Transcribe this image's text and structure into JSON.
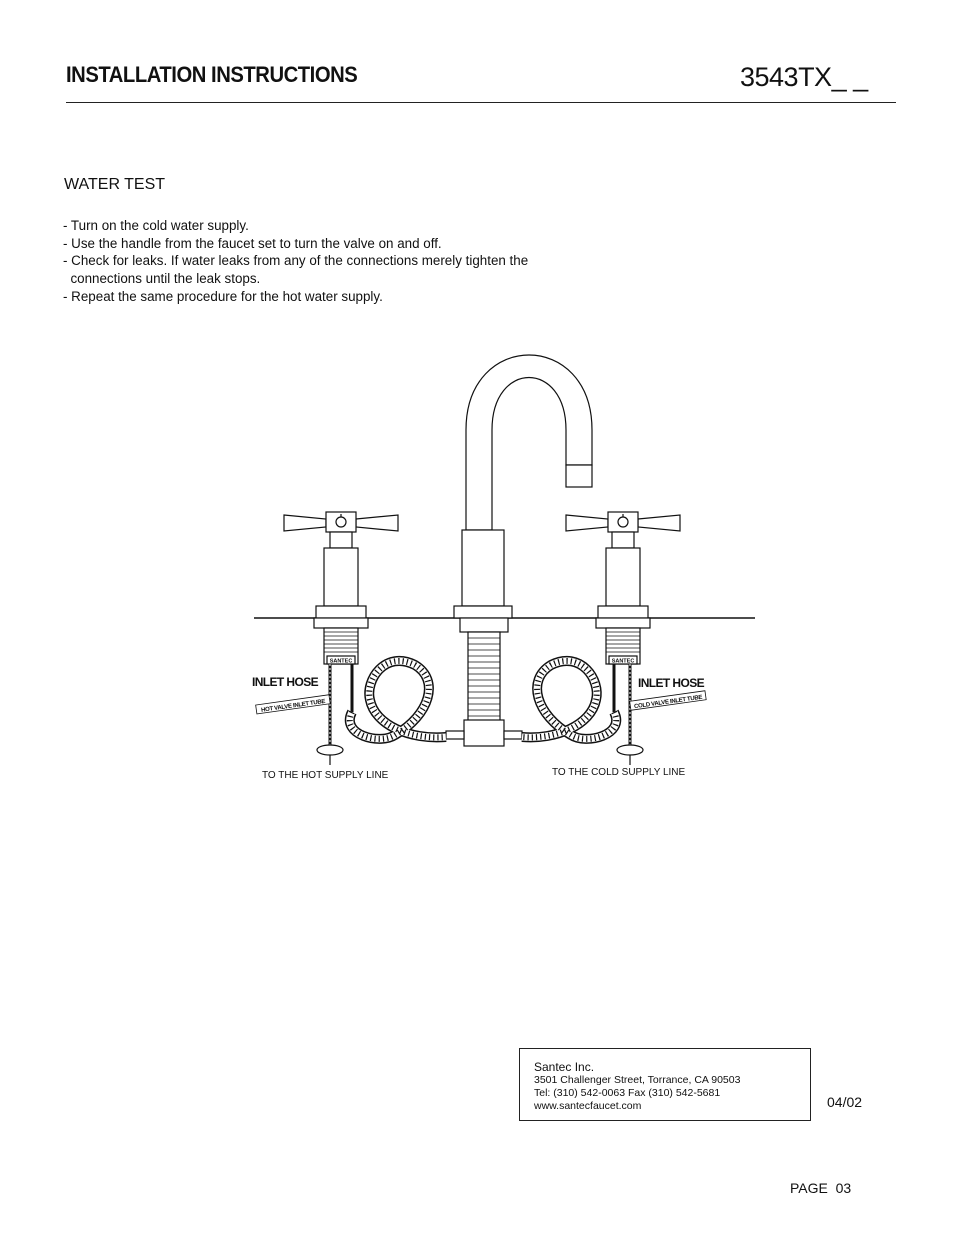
{
  "header": {
    "title": "INSTALLATION INSTRUCTIONS",
    "model": "3543TX_ _"
  },
  "section": {
    "heading": "WATER TEST",
    "steps": [
      "- Turn on the cold water supply.",
      "- Use the handle from the faucet set to turn the valve on and off.",
      "- Check for leaks. If water leaks from any of the connections merely tighten the",
      "  connections until the leak stops.",
      "- Repeat the same procedure for the hot water supply."
    ]
  },
  "diagram": {
    "left_hose_label": "INLET HOSE",
    "right_hose_label": "INLET HOSE",
    "left_tube_label": "HOT VALVE INLET TUBE",
    "right_tube_label": "COLD VALVE INLET TUBE",
    "left_brand_tag": "SANTEC",
    "right_brand_tag": "SANTEC",
    "left_caption": "TO THE HOT  SUPPLY LINE",
    "right_caption": "TO THE COLD SUPPLY LINE"
  },
  "footer": {
    "company": "Santec Inc.",
    "address": "3501 Challenger Street, Torrance, CA 90503",
    "phone": "Tel: (310) 542-0063  Fax (310) 542-5681",
    "website": "www.santecfaucet.com",
    "date": "04/02",
    "page": "PAGE  03"
  }
}
